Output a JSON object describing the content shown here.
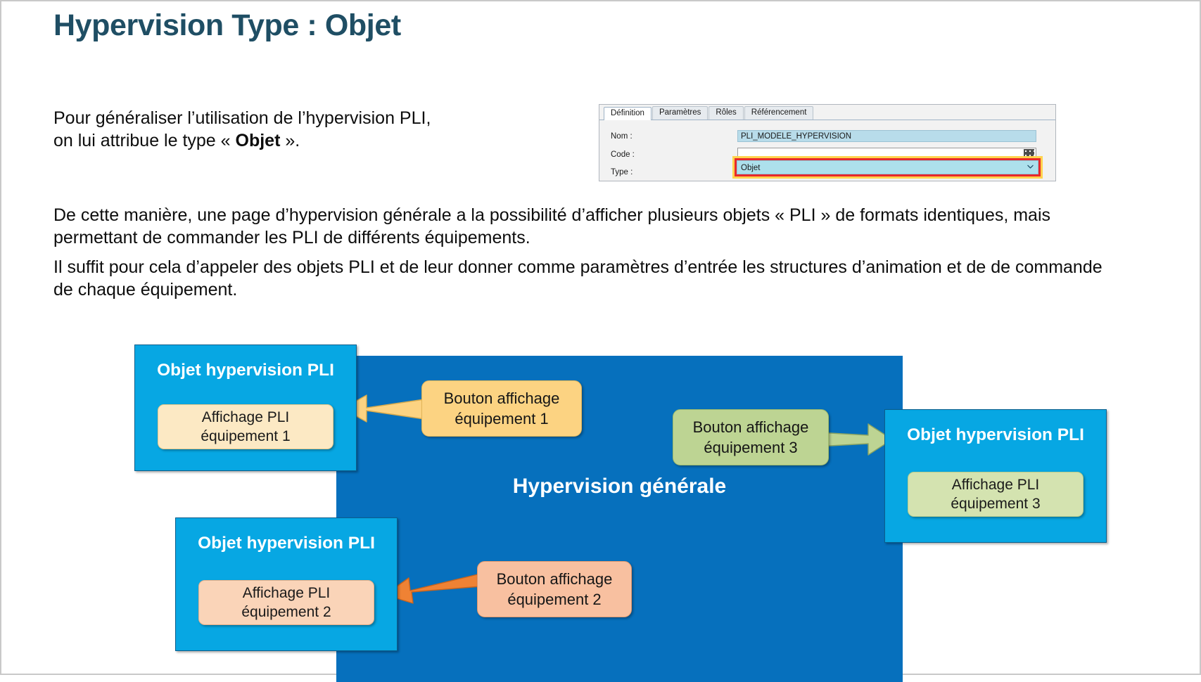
{
  "slide": {
    "title": "Hypervision Type : Objet",
    "title_color": "#1f4e64"
  },
  "body": {
    "intro_line_1": "Pour généraliser l’utilisation de l’hypervision PLI,",
    "intro_line_2_prefix": "on lui attribue le type « ",
    "intro_line_2_bold": "Objet",
    "intro_line_2_suffix": " ».",
    "paragraph_2": "De cette manière, une page d’hypervision générale a la possibilité d’afficher plusieurs objets « PLI » de formats identiques, mais permettant de commander les PLI de différents équipements.",
    "paragraph_3": "Il suffit pour cela d’appeler des objets PLI et de leur donner comme paramètres d’entrée les structures d’animation et de de commande de chaque équipement."
  },
  "screenshot_inset": {
    "tabs": [
      {
        "label": "Définition",
        "active": true
      },
      {
        "label": "Paramètres",
        "active": false
      },
      {
        "label": "Rôles",
        "active": false
      },
      {
        "label": "Référencement",
        "active": false
      }
    ],
    "fields": {
      "nom_label": "Nom :",
      "nom_value": "PLI_MODELE_HYPERVISION",
      "code_label": "Code :",
      "code_value": "",
      "type_label": "Type :",
      "type_value": "Objet"
    },
    "highlight_color": "#e8282b",
    "highlight_glow_color": "#ffd34d",
    "field_select_color": "#ade0ec"
  },
  "diagram": {
    "general_panel_label": "Hypervision générale",
    "general_panel_color": "#0670bd",
    "object_box_color": "#07a7e3",
    "boxes": [
      {
        "title": "Objet hypervision PLI",
        "display_line_1": "Affichage PLI",
        "display_line_2": "équipement 1",
        "chip_color": "#fce9c4"
      },
      {
        "title": "Objet hypervision PLI",
        "display_line_1": "Affichage PLI",
        "display_line_2": "équipement 2",
        "chip_color": "#fad4b8"
      },
      {
        "title": "Objet hypervision PLI",
        "display_line_1": "Affichage PLI",
        "display_line_2": "équipement 3",
        "chip_color": "#d4e3b0"
      }
    ],
    "buttons": [
      {
        "line_1": "Bouton affichage",
        "line_2": "équipement 1",
        "color": "#fcd382",
        "arrow_color": "#fcd382",
        "arrow_direction": "left"
      },
      {
        "line_1": "Bouton affichage",
        "line_2": "équipement 2",
        "color": "#f8c0a0",
        "arrow_color": "#ef8234",
        "arrow_direction": "left"
      },
      {
        "line_1": "Bouton affichage",
        "line_2": "équipement 3",
        "color": "#bdd493",
        "arrow_color": "#bdd493",
        "arrow_direction": "right"
      }
    ]
  }
}
